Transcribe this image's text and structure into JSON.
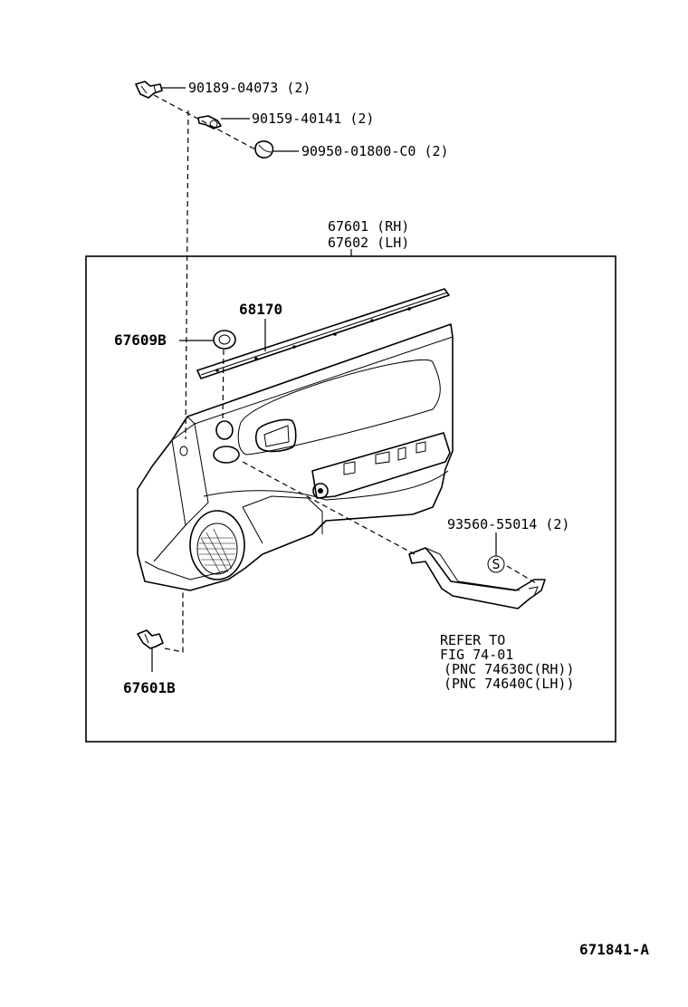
{
  "figure_code": "671841-A",
  "callouts": {
    "screw_top": "90189-04073 (2)",
    "screw_small": "90159-40141 (2)",
    "cap": "90950-01800-C0 (2)",
    "panel_rh": "67601 (RH)",
    "panel_lh": "67602 (LH)",
    "weatherstrip": "68170",
    "grommet": "67609B",
    "screw_s": "93560-55014 (2)",
    "clip_bottom": "67601B",
    "s_symbol": "S"
  },
  "reference_note": {
    "line1": "REFER TO",
    "line2": "FIG 74-01",
    "line3": "(PNC 74630C(RH))",
    "line4": "(PNC 74640C(LH))"
  }
}
